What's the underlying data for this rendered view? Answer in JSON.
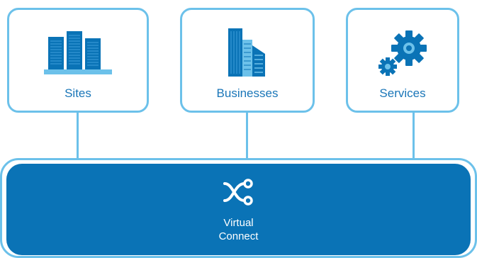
{
  "nodes": [
    {
      "id": "sites",
      "label": "Sites",
      "icon": "server-racks-icon"
    },
    {
      "id": "businesses",
      "label": "Businesses",
      "icon": "office-building-icon"
    },
    {
      "id": "services",
      "label": "Services",
      "icon": "gears-icon"
    }
  ],
  "hub": {
    "label_line1": "Virtual",
    "label_line2": "Connect",
    "icon": "shuffle-connect-icon"
  },
  "colors": {
    "accent": "#0a73b6",
    "border": "#6cc1ea",
    "label_text": "#1a76b8"
  }
}
